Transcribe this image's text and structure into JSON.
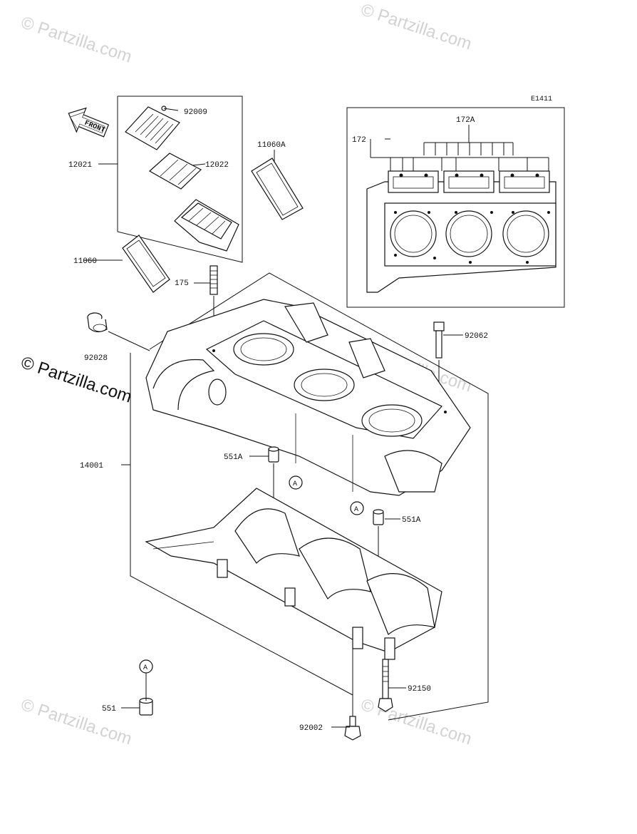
{
  "diagram_code": "E1411",
  "watermarks": {
    "text": "© Partzilla.com"
  },
  "front_arrow": {
    "label": "FRONT"
  },
  "ref_marker": "A",
  "parts": {
    "p92009": "92009",
    "p12022": "12022",
    "p12021": "12021",
    "p11060A": "11060A",
    "p11060": "11060",
    "p175": "175",
    "p92028": "92028",
    "p172A": "172A",
    "p172": "172",
    "p92062": "92062",
    "p14001": "14001",
    "p551A_left": "551A",
    "p551A_right": "551A",
    "p92150": "92150",
    "p551": "551",
    "p92002": "92002"
  }
}
